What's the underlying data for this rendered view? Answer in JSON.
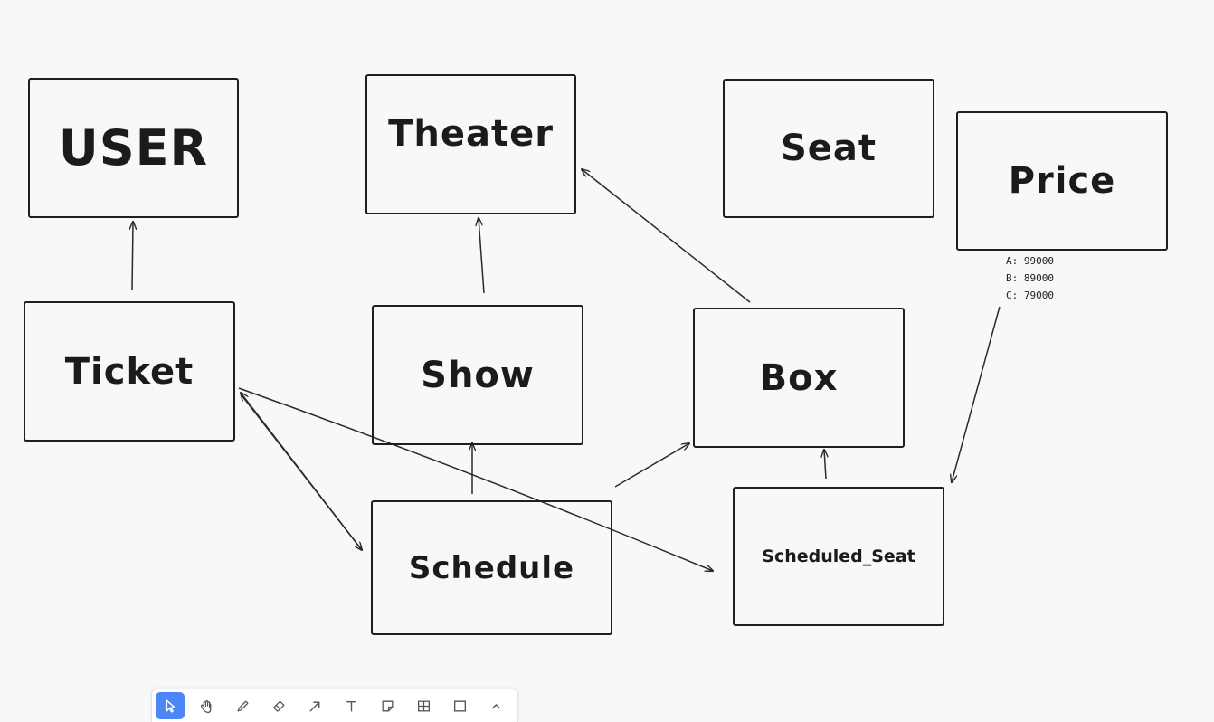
{
  "diagram": {
    "entities": [
      {
        "id": "user",
        "label": "USER"
      },
      {
        "id": "theater",
        "label": "Theater"
      },
      {
        "id": "seat",
        "label": "Seat"
      },
      {
        "id": "price",
        "label": "Price"
      },
      {
        "id": "ticket",
        "label": "Ticket"
      },
      {
        "id": "show",
        "label": "Show"
      },
      {
        "id": "box",
        "label": "Box"
      },
      {
        "id": "schedule",
        "label": "Schedule"
      },
      {
        "id": "scheduled_seat",
        "label": "Scheduled_Seat"
      }
    ],
    "price_note": [
      "A: 99000",
      "B: 89000",
      "C: 79000"
    ],
    "connections": [
      {
        "from": "ticket",
        "to": "user"
      },
      {
        "from": "show",
        "to": "theater"
      },
      {
        "from": "box",
        "to": "theater"
      },
      {
        "from": "ticket",
        "to": "schedule"
      },
      {
        "from": "schedule",
        "to": "ticket"
      },
      {
        "from": "ticket",
        "to": "scheduled_seat"
      },
      {
        "from": "schedule",
        "to": "show"
      },
      {
        "from": "schedule",
        "to": "box"
      },
      {
        "from": "scheduled_seat",
        "to": "box"
      },
      {
        "from": "price",
        "to": "scheduled_seat"
      }
    ]
  },
  "toolbar": {
    "tools": [
      {
        "name": "select",
        "icon": "cursor-icon",
        "active": true
      },
      {
        "name": "hand",
        "icon": "hand-icon",
        "active": false
      },
      {
        "name": "pen",
        "icon": "pencil-icon",
        "active": false
      },
      {
        "name": "eraser",
        "icon": "eraser-icon",
        "active": false
      },
      {
        "name": "arrow",
        "icon": "arrow-icon",
        "active": false
      },
      {
        "name": "text",
        "icon": "text-icon",
        "active": false
      },
      {
        "name": "note",
        "icon": "sticky-note-icon",
        "active": false
      },
      {
        "name": "frame",
        "icon": "frame-icon",
        "active": false
      },
      {
        "name": "rectangle",
        "icon": "rectangle-icon",
        "active": false
      },
      {
        "name": "more",
        "icon": "chevron-up-icon",
        "active": false
      }
    ],
    "accent_color": "#4f86f7"
  }
}
